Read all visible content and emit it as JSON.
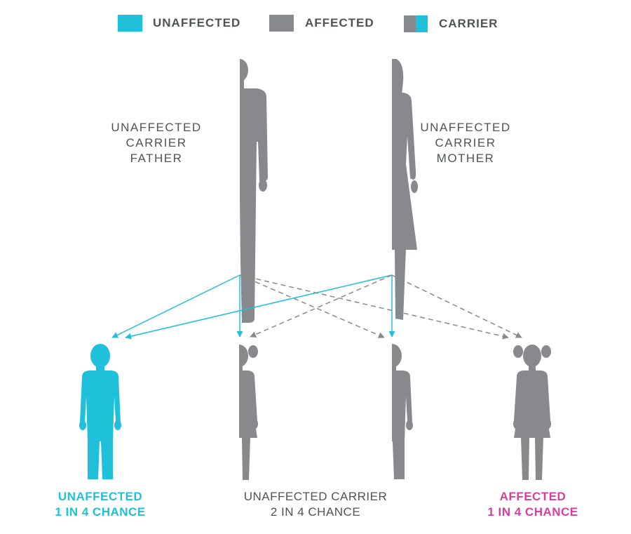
{
  "colors": {
    "unaffected": "#1fc0da",
    "affected": "#87898d",
    "text_gray": "#4f5257",
    "affected_label": "#d83f9c"
  },
  "legend": {
    "unaffected": "UNAFFECTED",
    "affected": "AFFECTED",
    "carrier": "CARRIER"
  },
  "parents": {
    "father": {
      "line1": "UNAFFECTED",
      "line2": "CARRIER",
      "line3": "FATHER"
    },
    "mother": {
      "line1": "UNAFFECTED",
      "line2": "CARRIER",
      "line3": "MOTHER"
    }
  },
  "outcomes": {
    "unaffected": {
      "line1": "UNAFFECTED",
      "line2": "1 IN 4 CHANCE"
    },
    "carrier": {
      "line1": "UNAFFECTED CARRIER",
      "line2": "2 IN 4 CHANCE"
    },
    "affected": {
      "line1": "AFFECTED",
      "line2": "1 IN 4 CHANCE"
    }
  }
}
